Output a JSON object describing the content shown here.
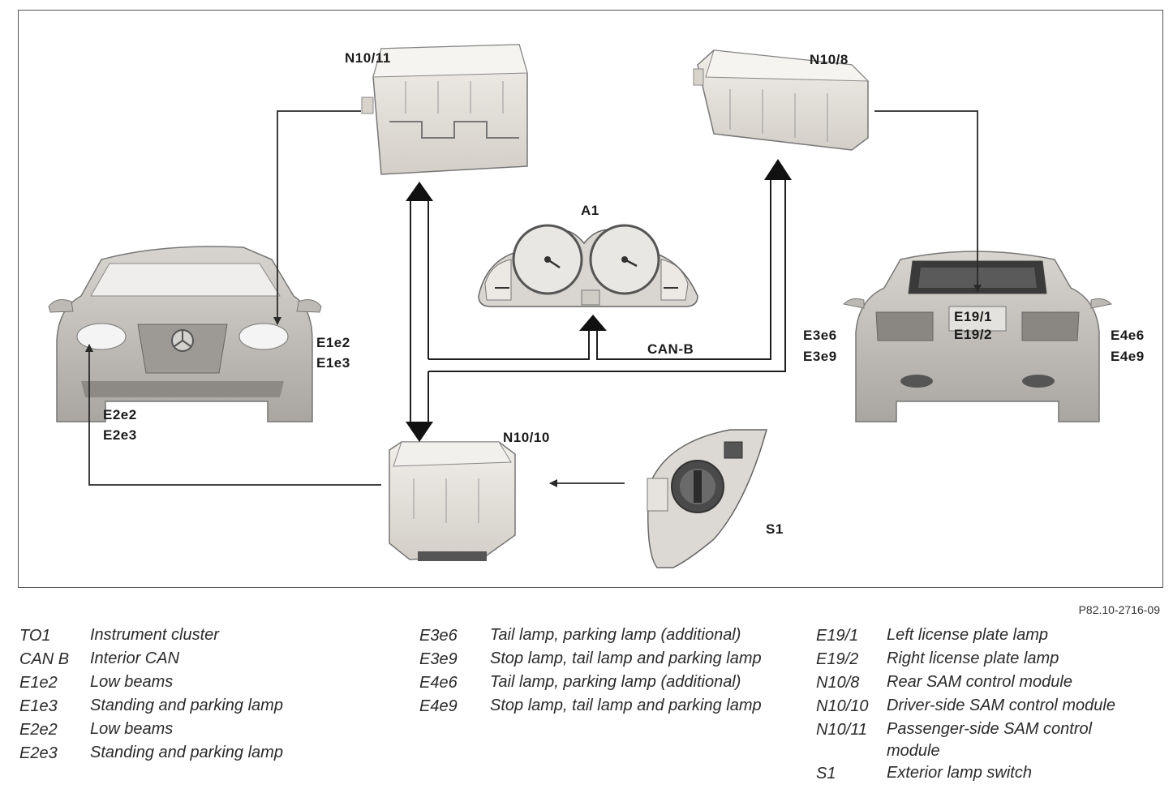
{
  "diagram": {
    "labels": {
      "n10_11": "N10/11",
      "n10_8": "N10/8",
      "a1": "A1",
      "can_b": "CAN-B",
      "n10_10": "N10/10",
      "s1": "S1",
      "e1e2": "E1e2",
      "e1e3": "E1e3",
      "e2e2": "E2e2",
      "e2e3": "E2e3",
      "e3e6": "E3e6",
      "e3e9": "E3e9",
      "e4e6": "E4e6",
      "e4e9": "E4e9",
      "e19_1": "E19/1",
      "e19_2": "E19/2"
    },
    "colors": {
      "line": "#2a2a2a",
      "component": "#e6e2dc",
      "car": "#c9c6c1"
    }
  },
  "reference": "P82.10-2716-09",
  "legend": {
    "col1": [
      {
        "code": "TO1",
        "desc": "Instrument cluster"
      },
      {
        "code": "CAN B",
        "desc": "Interior CAN"
      },
      {
        "code": "E1e2",
        "desc": "Low beams"
      },
      {
        "code": "E1e3",
        "desc": "Standing and parking lamp"
      },
      {
        "code": "E2e2",
        "desc": "Low beams"
      },
      {
        "code": "E2e3",
        "desc": "Standing and parking lamp"
      }
    ],
    "col2": [
      {
        "code": "E3e6",
        "desc": "Tail lamp, parking lamp (additional)"
      },
      {
        "code": "E3e9",
        "desc": "Stop lamp, tail lamp and parking lamp"
      },
      {
        "code": "E4e6",
        "desc": "Tail lamp, parking lamp (additional)"
      },
      {
        "code": "E4e9",
        "desc": "Stop lamp, tail lamp and parking lamp"
      }
    ],
    "col3": [
      {
        "code": "E19/1",
        "desc": "Left license plate lamp"
      },
      {
        "code": "E19/2",
        "desc": "Right license plate lamp"
      },
      {
        "code": "N10/8",
        "desc": "Rear SAM control module"
      },
      {
        "code": "N10/10",
        "desc": "Driver-side SAM control module"
      },
      {
        "code": "N10/11",
        "desc": "Passenger-side SAM control module"
      },
      {
        "code": "S1",
        "desc": "Exterior lamp switch"
      }
    ]
  }
}
